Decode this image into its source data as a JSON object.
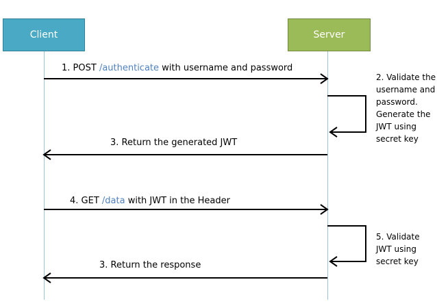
{
  "colors": {
    "client_fill": "#4aa9c4",
    "client_border": "#2d7f97",
    "server_fill": "#9bbb59",
    "server_border": "#71893f",
    "lifeline": "#9cc3d6",
    "arrow": "#000000",
    "endpoint_text": "#4f81bd"
  },
  "actors": {
    "client": "Client",
    "server": "Server"
  },
  "messages": [
    {
      "prefix": "1. POST ",
      "endpoint": "/authenticate",
      "suffix": " with username and password",
      "direction": "client-to-server"
    },
    {
      "text": "3. Return the generated JWT",
      "direction": "server-to-client"
    },
    {
      "prefix": "4.  GET ",
      "endpoint": "/data",
      "suffix": " with JWT in the Header",
      "direction": "client-to-server"
    },
    {
      "text": "3. Return the response",
      "direction": "server-to-client"
    }
  ],
  "notes": [
    {
      "lines": [
        "2. Validate the",
        "username and",
        "password.",
        "Generate the",
        "JWT using",
        "secret key"
      ]
    },
    {
      "lines": [
        "5. Validate",
        "JWT using",
        "secret key"
      ]
    }
  ]
}
